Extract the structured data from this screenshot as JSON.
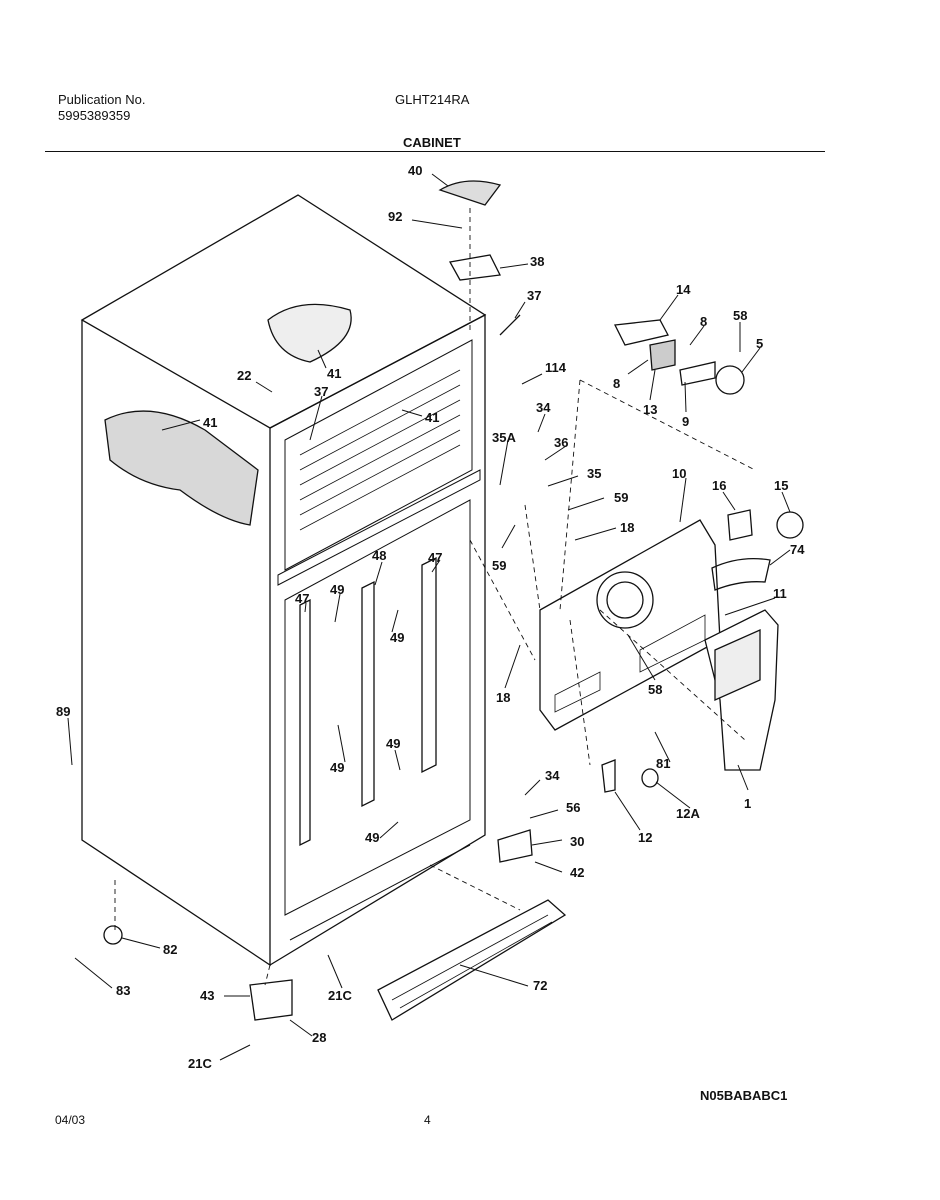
{
  "header": {
    "publication_label": "Publication No.",
    "publication_number": "5995389359",
    "model": "GLHT214RA",
    "section_title": "CABINET"
  },
  "callouts": {
    "c40": "40",
    "c92": "92",
    "c38": "38",
    "c37a": "37",
    "c14": "14",
    "c8a": "8",
    "c58a": "58",
    "c5": "5",
    "c114": "114",
    "c8b": "8",
    "c13": "13",
    "c9": "9",
    "c22": "22",
    "c37b": "37",
    "c41a": "41",
    "c41b": "41",
    "c41c": "41",
    "c34a": "34",
    "c35a": "35A",
    "c36": "36",
    "c35": "35",
    "c59a": "59",
    "c10": "10",
    "c16": "16",
    "c15": "15",
    "c18a": "18",
    "c59b": "59",
    "c74": "74",
    "c47a": "47",
    "c48": "48",
    "c49a": "49",
    "c47b": "47",
    "c49b": "49",
    "c11": "11",
    "c58b": "58",
    "c18b": "18",
    "c89": "89",
    "c49c": "49",
    "c49d": "49",
    "c81": "81",
    "c34b": "34",
    "c1": "1",
    "c56": "56",
    "c12a": "12A",
    "c12": "12",
    "c30": "30",
    "c49e": "49",
    "c42": "42",
    "c82": "82",
    "c72": "72",
    "c21c_a": "21C",
    "c43": "43",
    "c83": "83",
    "c28": "28",
    "c21c_b": "21C"
  },
  "footer": {
    "diagram_code": "N05BABABC1",
    "date": "04/03",
    "page": "4"
  }
}
